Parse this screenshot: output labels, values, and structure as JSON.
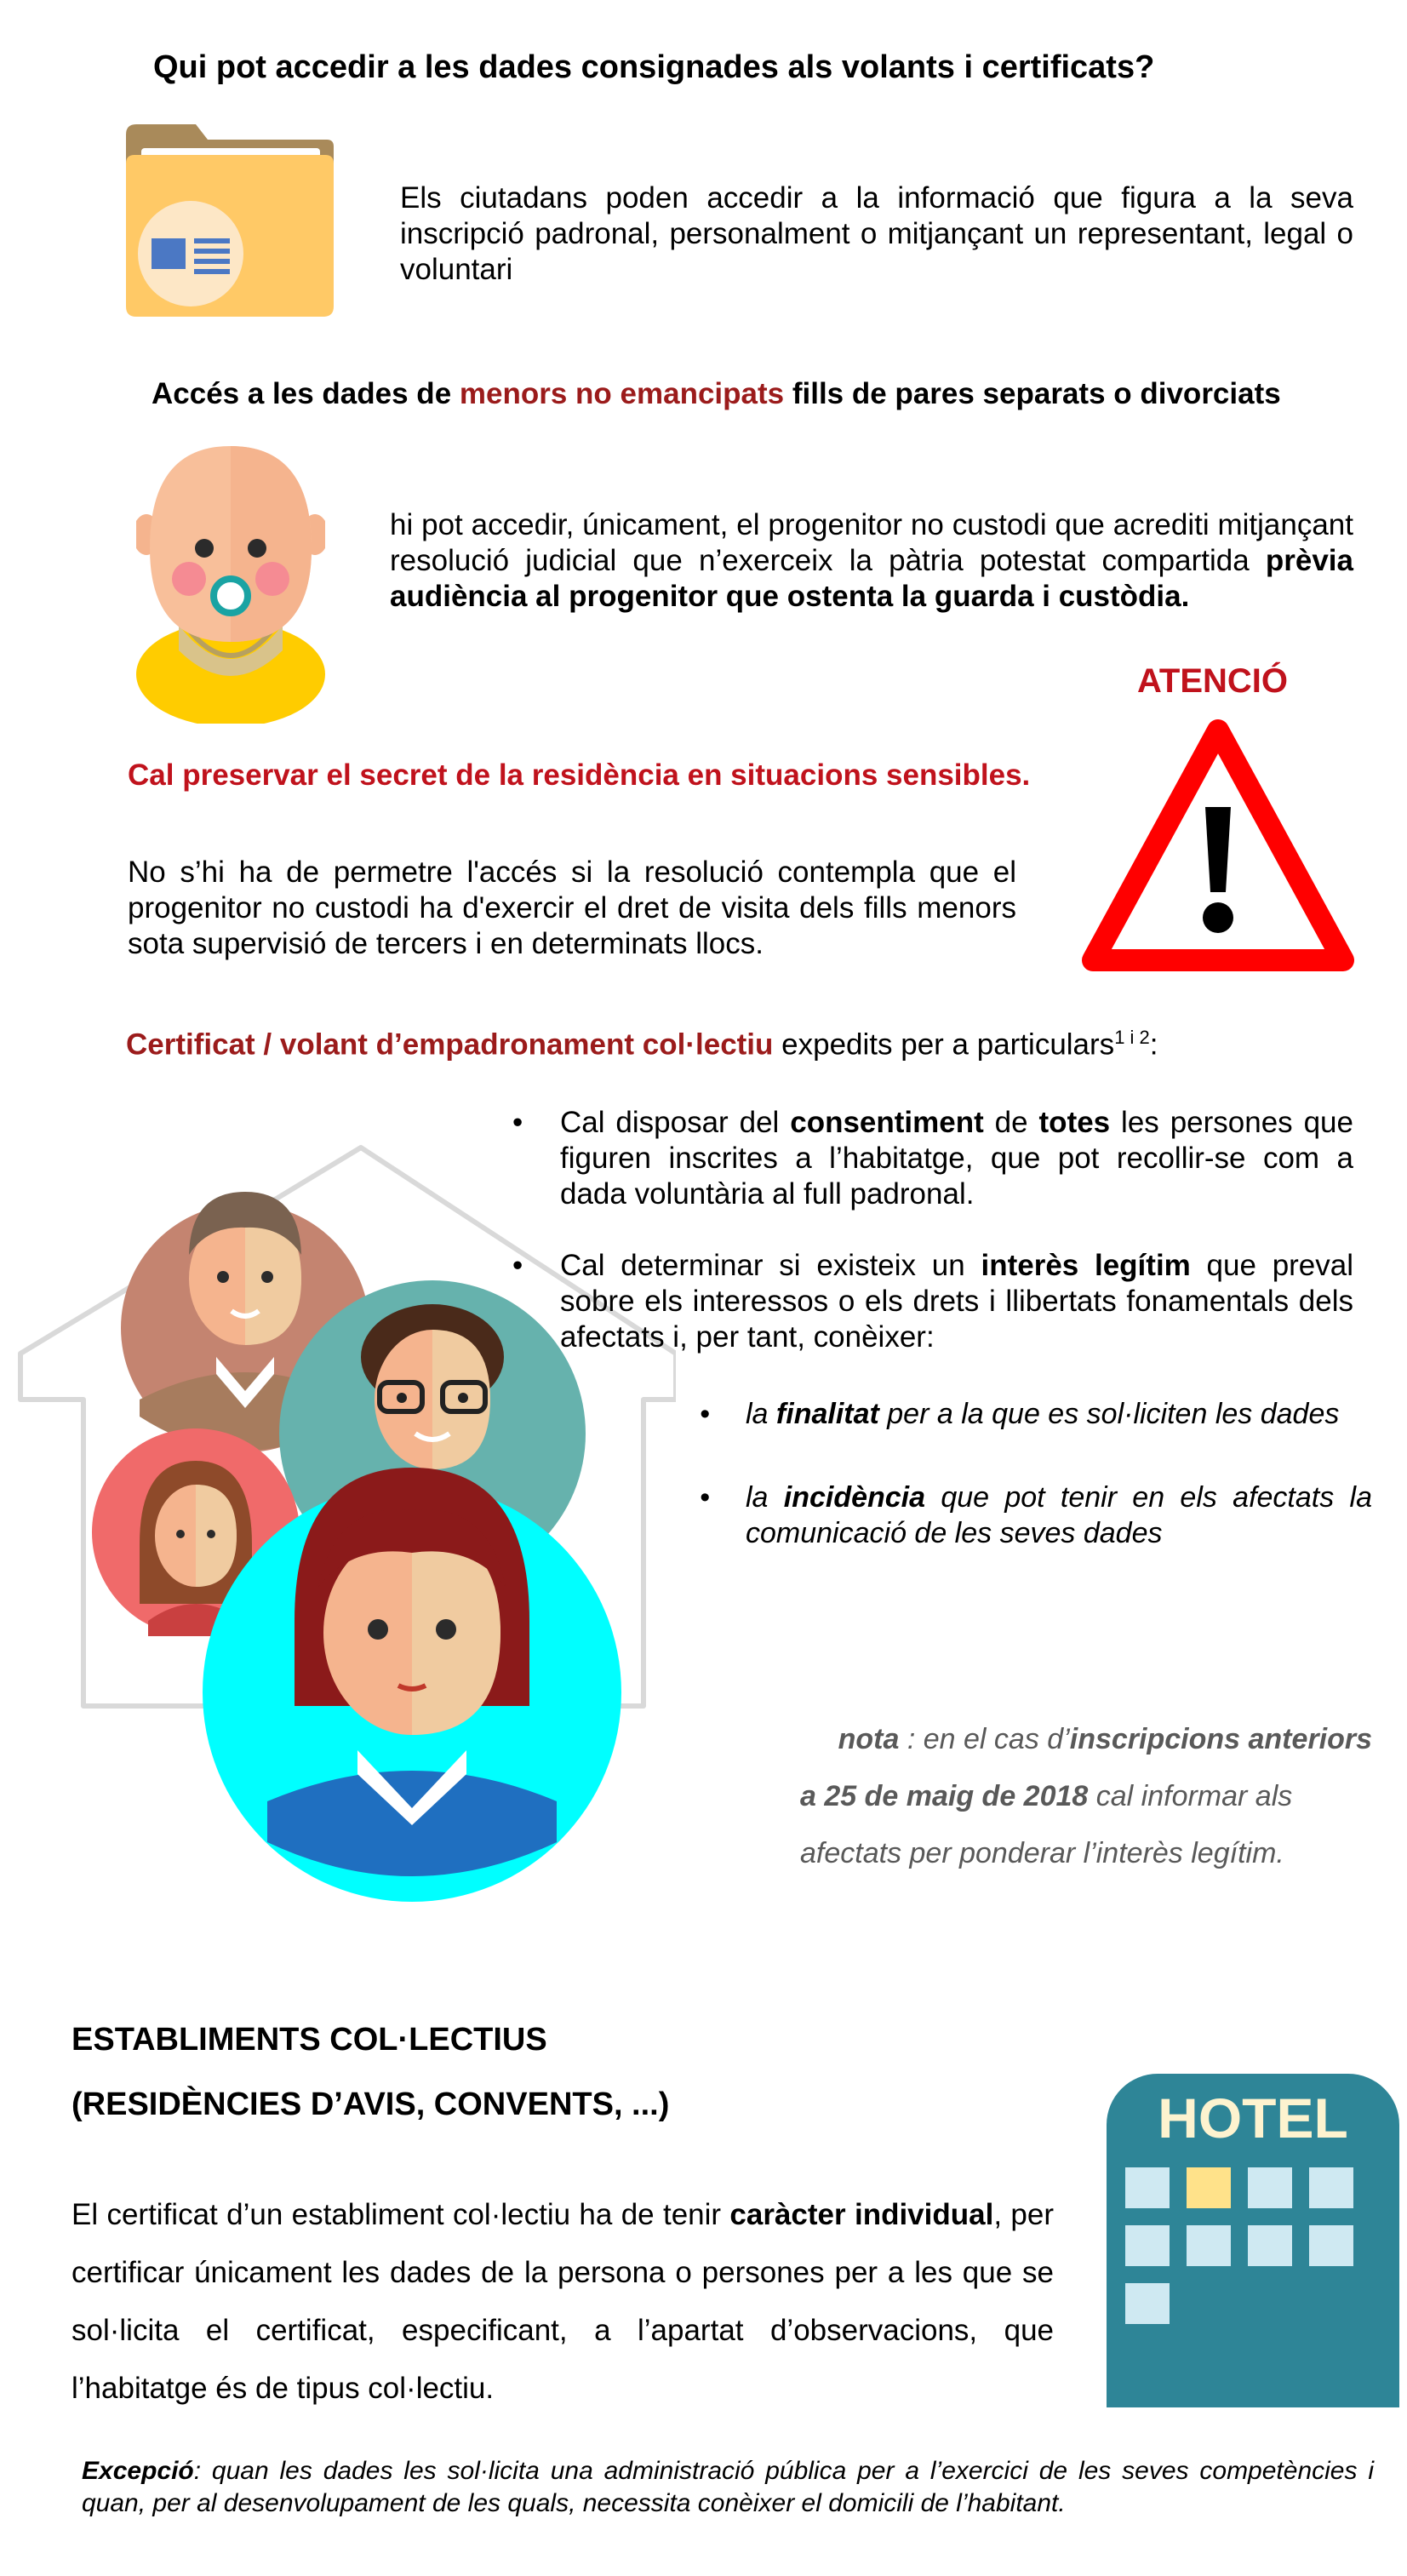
{
  "heading1": "Qui pot accedir a les dades consignades als volants i certificats?",
  "para1": "Els ciutadans poden accedir a la informació que figura a la seva inscripció padronal, personalment o mitjançant un representant, legal o voluntari",
  "heading2": {
    "before": "Accés a les dades de ",
    "highlight": "menors no emancipats",
    "after": " fills de pares separats o divorciats"
  },
  "para2": {
    "text": "hi pot accedir, únicament, el progenitor no custodi que acrediti mitjançant resolució judicial que n’exerceix la pàtria potestat compartida ",
    "bold": "prèvia audiència al progenitor que ostenta la guarda i custòdia."
  },
  "atencio": "ATENCIÓ",
  "warning_heading": "Cal preservar el secret de la residència en situacions sensibles.",
  "warning_text": "No s’hi ha de permetre l'accés si la resolució contempla que el progenitor no custodi ha d'exercir el dret de visita dels fills menors sota supervisió de tercers i en determinats llocs.",
  "certificat": {
    "highlight": "Certificat / volant d’empadronament col·lectiu",
    "rest": " expedits per a particulars",
    "sup": "1 i 2",
    "colon": ":"
  },
  "bullet1": {
    "t1": "Cal disposar del ",
    "b1": "consentiment",
    "t2": " de ",
    "b2": "totes",
    "t3": " les persones que figuren inscrites a l’habitatge, que pot recollir-se com a dada voluntària al full padronal."
  },
  "bullet2": {
    "t1": "Cal determinar si existeix un ",
    "b1": "interès legítim",
    "t2": " que preval sobre els interessos o els drets i llibertats fonamentals dels afectats i, per tant, conèixer:"
  },
  "sub1": {
    "t1": "la ",
    "b1": "finalitat",
    "t2": " per a la que es sol·liciten les dades"
  },
  "sub2": {
    "t1": "la ",
    "b1": "incidència",
    "t2": " que pot tenir en els afectats la comunicació de les seves dades"
  },
  "nota": {
    "b1": "nota",
    "t1": " : en el cas d’",
    "b2": "inscripcions anteriors",
    "b3": "a 25 de maig de 2018",
    "t2": " cal informar als afectats per ponderar l’interès legítim."
  },
  "estab_title1": "ESTABLIMENTS COL·LECTIUS",
  "estab_title2": "(RESIDÈNCIES D’AVIS, CONVENTS, ...)",
  "estab_para": {
    "t1": "El certificat d’un establiment col·lectiu ha de tenir ",
    "b1": "caràcter individual",
    "t2": ", per certificar únicament les dades de la persona o persones per a les que se sol·licita el certificat, especificant, a l’apartat d’observacions, que l’habitatge és de tipus col·lectiu."
  },
  "hotel_label": "HOTEL",
  "excepcio": {
    "b1": "Excepció",
    "t1": ": quan les dades les sol·licita una administració pública per a l’exercici de les seves competències i quan, per al desenvolupament de les quals, necessita conèixer el domicili de l’habitant."
  },
  "colors": {
    "dark_red": "#9b1b1b",
    "alert_red": "#c0121c",
    "hotel_teal": "#2e8597",
    "folder_yellow": "#ffc966"
  },
  "icons": [
    "folder-icon",
    "baby-icon",
    "warning-triangle-icon",
    "family-house-icon",
    "hotel-icon"
  ]
}
